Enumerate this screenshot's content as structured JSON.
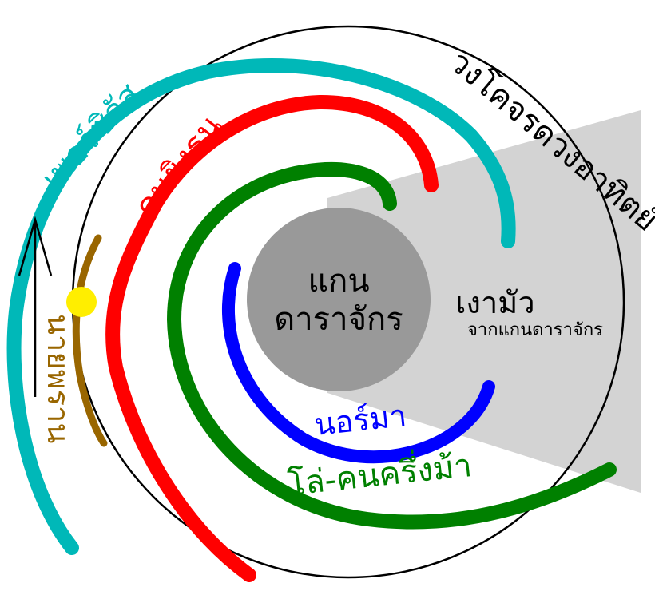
{
  "labels": {
    "solar_orbit": "วงโคจรดวงอาทิตย์",
    "perseus": "เพอร์ซิอัส",
    "sagittarius": "คนยิงธนู",
    "core_line1": "แกน",
    "core_line2": "ดาราจักร",
    "shadow_line1": "เงามัว",
    "shadow_line2": "จากแกนดาราจักร",
    "norma": "นอร์มา",
    "scutum_centaurus": "โล่-คนครึ่งม้า",
    "orion": "นายพราน"
  },
  "colors": {
    "perseus": "#00b8b8",
    "sagittarius": "#ff0000",
    "scutum_centaurus": "#008000",
    "norma": "#0000ff",
    "orion": "#996600",
    "core": "#999999",
    "shadow": "#d3d3d3",
    "sun": "#ffee00",
    "orbit": "#000000"
  }
}
